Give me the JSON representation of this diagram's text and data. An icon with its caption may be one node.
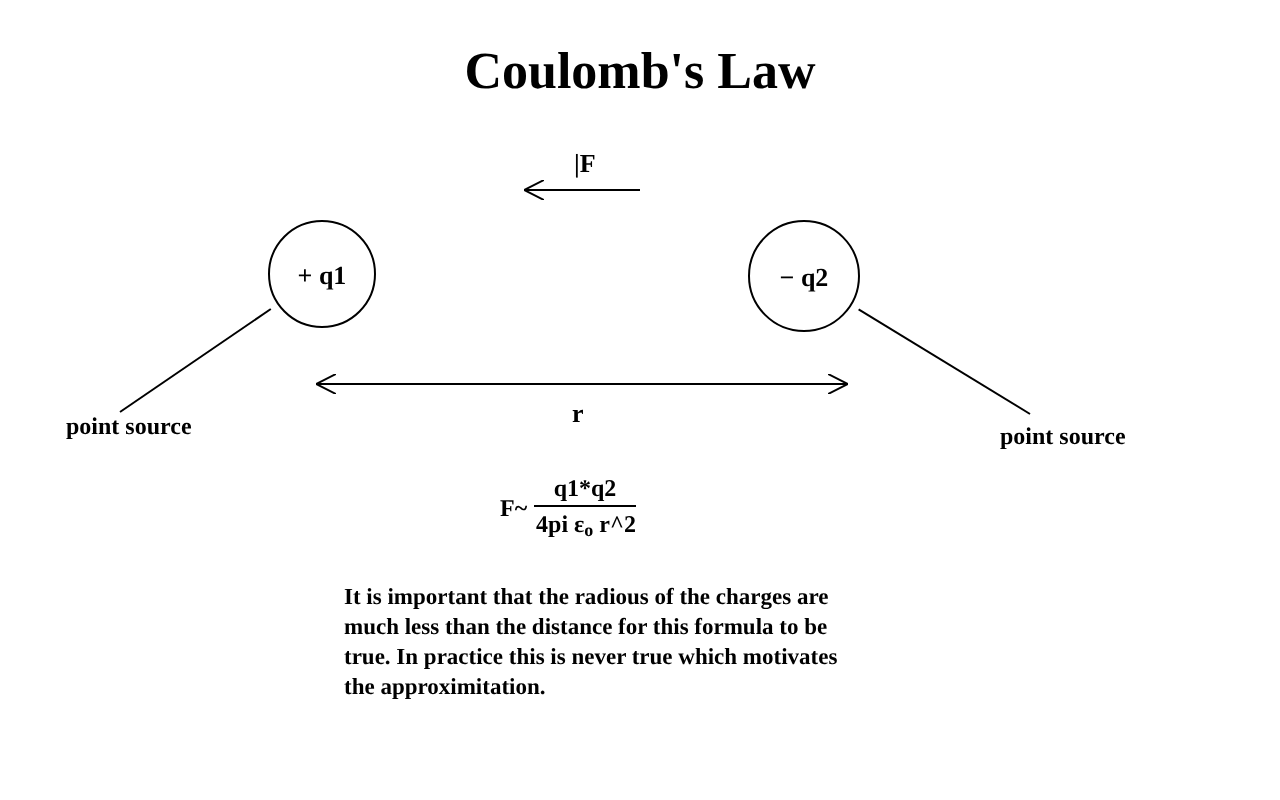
{
  "diagram": {
    "title": "Coulomb's Law",
    "nodes": [
      {
        "text": [
          "+ q1"
        ]
      },
      {
        "text": [
          "− q2"
        ]
      },
      {
        "text": [
          "point source"
        ]
      },
      {
        "text": [
          "point source"
        ]
      }
    ],
    "edges": [
      {
        "from": 2,
        "to": 0,
        "arrow": "none"
      },
      {
        "from": 3,
        "to": 1,
        "arrow": "none"
      }
    ],
    "labels": [
      "|F",
      "r",
      "F~",
      "q1*q2",
      "4pi ε$_{o}$ r^2",
      "It is important that the radious of the charges are much less than the distance for this formula to be true. In practice this is never true which motivates the approximitation."
    ]
  }
}
